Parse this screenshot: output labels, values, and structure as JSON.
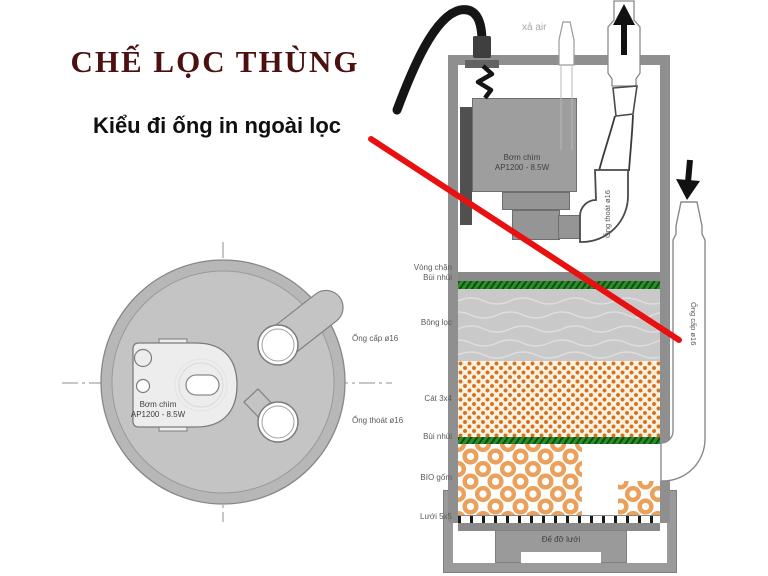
{
  "title": "CHẾ LỌC THÙNG",
  "subtitle": "Kiểu đi ống in ngoài lọc",
  "accent_colors": {
    "title_text": "#4d1010",
    "annotation_line": "#e81010",
    "retainer_band_green": "#2e8b2e",
    "sand_orange": "#d7711d",
    "bio_ring_orange": "#eba15c"
  },
  "top_view": {
    "pump_label_line1": "Bơm chìm",
    "pump_label_line2": "AP1200 - 8.5W",
    "supply_pipe_label": "Ống cấp ø16",
    "drain_pipe_label": "Ống thoát ø16"
  },
  "section_view": {
    "air_bleed_label": "xả air",
    "pump_label_line1": "Bơm chìm",
    "pump_label_line2": "AP1200 - 8.5W",
    "drain_pipe_label": "Ống thoát ø16",
    "supply_pipe_label": "Ống cấp ø16",
    "layers": {
      "retainer_line1": "Vòng chặn",
      "retainer_line2": "Bùi nhùi",
      "wool": "Bông lọc",
      "sand": "Cát 3x4",
      "pad": "Bùi nhùi",
      "bio": "BIO gốm",
      "mesh": "Lưới 5x5",
      "base": "Đế đỡ lưới"
    }
  }
}
